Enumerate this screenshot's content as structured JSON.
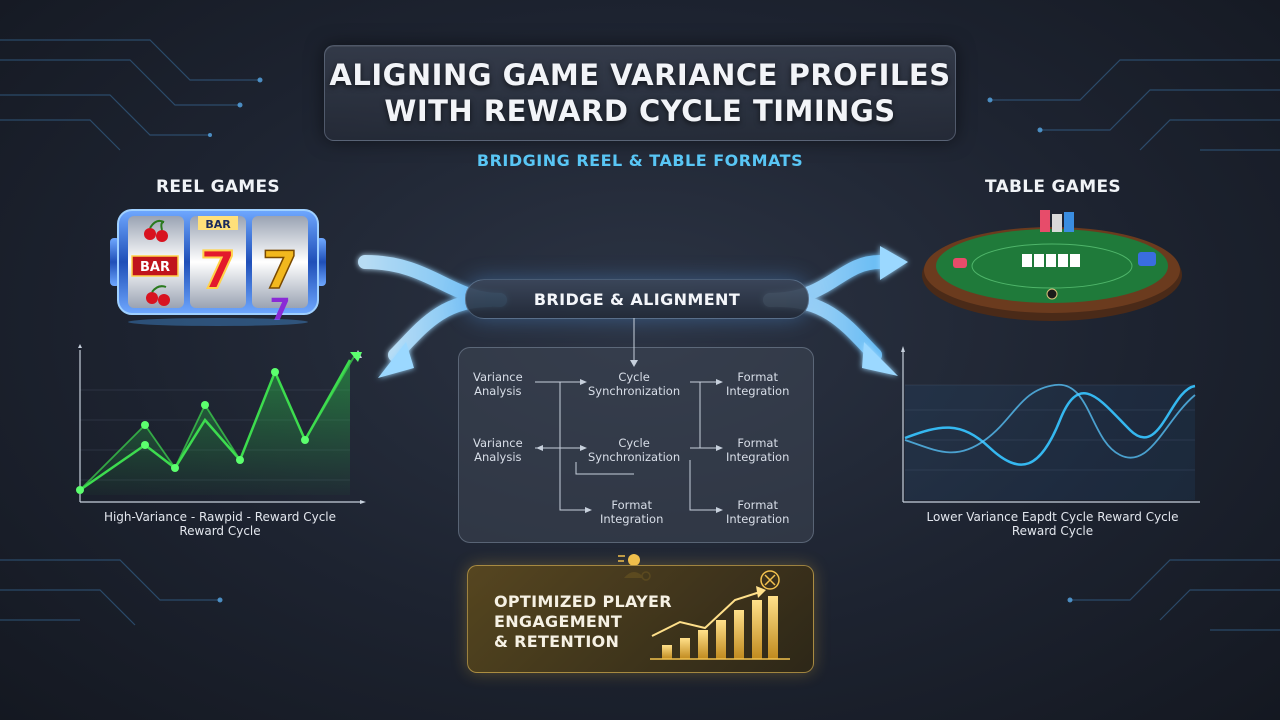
{
  "title": {
    "line1": "ALIGNING GAME VARIANCE PROFILES",
    "line2": "WITH REWARD CYCLE TIMINGS"
  },
  "subtitle": "BRIDGING REEL & TABLE FORMATS",
  "left": {
    "label": "REEL GAMES",
    "slot_symbols": [
      "BAR",
      "BAR",
      "7",
      "7",
      "7"
    ],
    "caption_line1": "High-Variance - Rawpid - Reward Cycle",
    "caption_line2": "Reward Cycle",
    "chart_color": "#3ddc4f"
  },
  "right": {
    "label": "TABLE GAMES",
    "caption_line1": "Lower Variance Eapdt Cycle Reward Cycle",
    "caption_line2": "Reward Cycle",
    "chart_color": "#35b8f0"
  },
  "bridge": {
    "label": "BRIDGE & ALIGNMENT",
    "flow": {
      "row1": {
        "a": [
          "Variance",
          "Analysis"
        ],
        "b": [
          "Cycle",
          "Synchronization"
        ],
        "c": [
          "Format",
          "Integration"
        ]
      },
      "row2": {
        "a": [
          "Variance",
          "Analysis"
        ],
        "b": [
          "Cycle",
          "Synchronization"
        ],
        "c": [
          "Format",
          "Integration"
        ]
      },
      "row3": {
        "b": [
          "Format",
          "Integration"
        ],
        "c": [
          "Format",
          "Integration"
        ]
      }
    }
  },
  "result": {
    "line1": "OPTIMIZED PLAYER",
    "line2": "ENGAGEMENT",
    "line3": "& RETENTION",
    "accent": "#f2c14e",
    "icons": [
      "user-check-icon",
      "target-icon",
      "growth-bars-icon"
    ]
  },
  "colors": {
    "background": "#1d2330",
    "accent_blue": "#59c6f5",
    "accent_gold": "#f2c14e",
    "accent_green": "#3ddc4f"
  }
}
